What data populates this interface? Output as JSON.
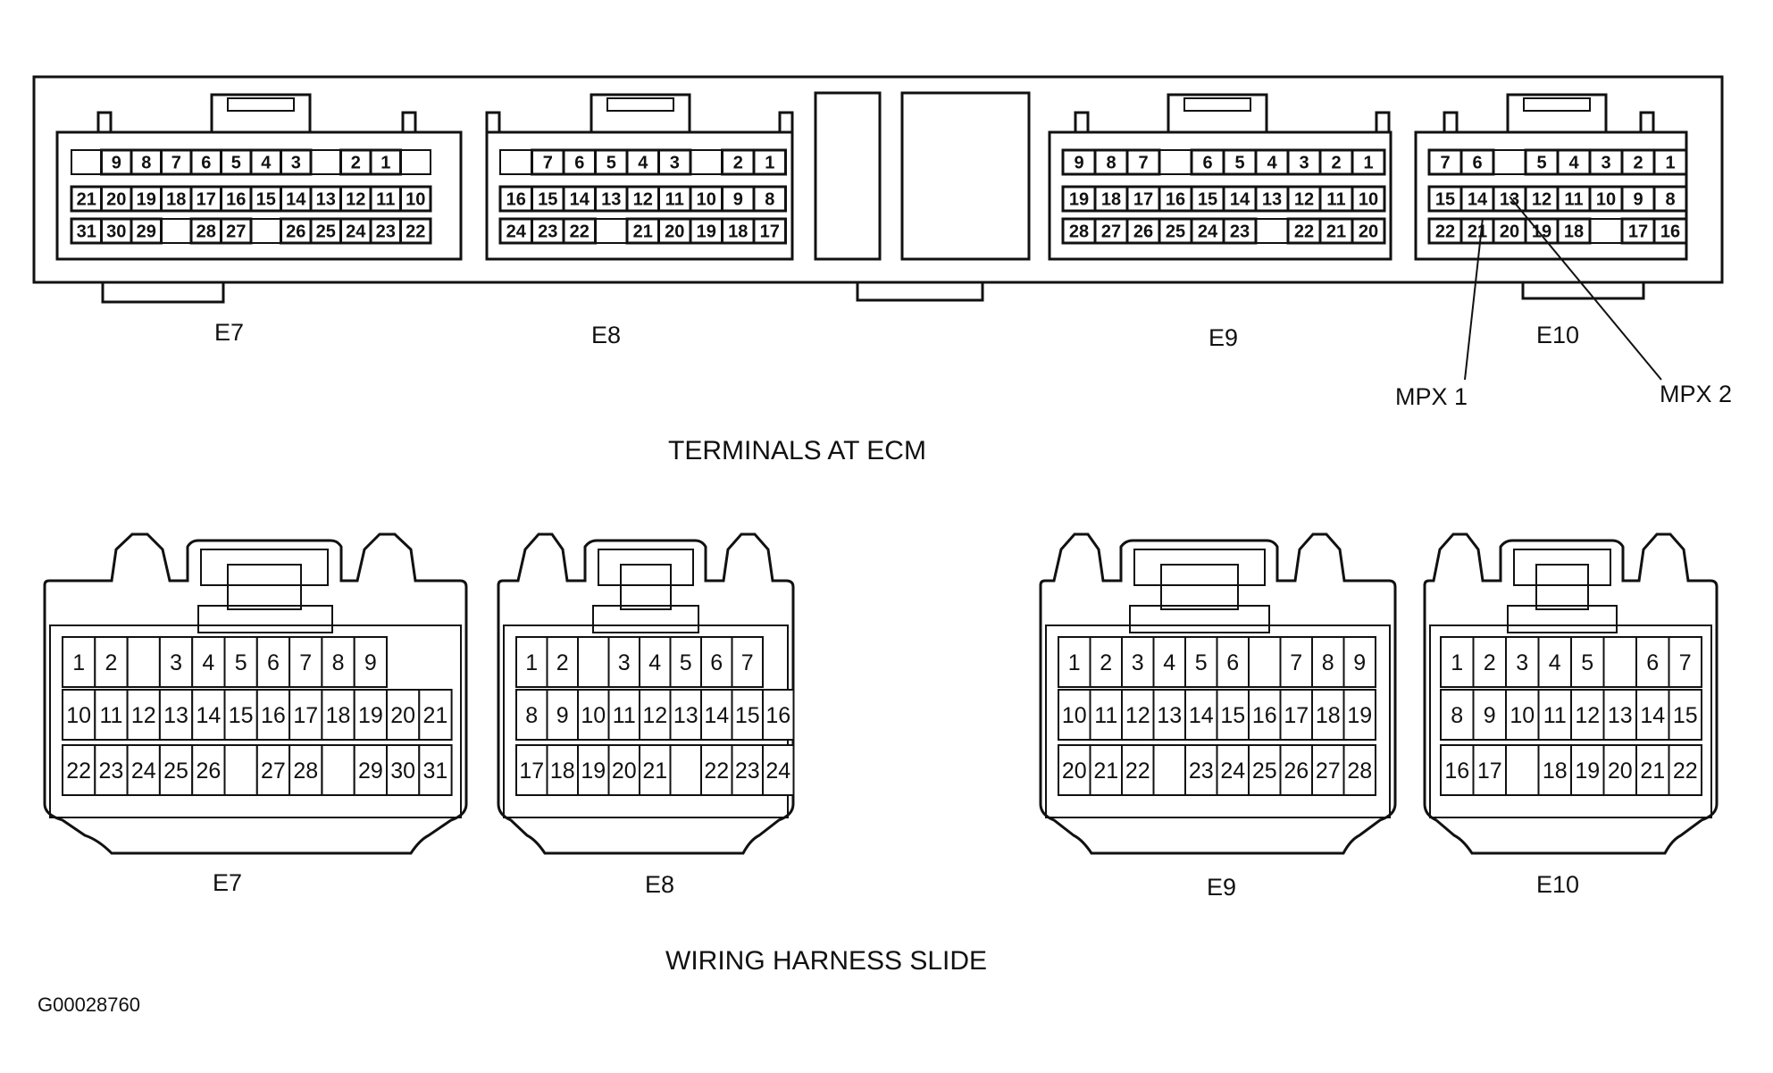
{
  "titles": {
    "ecm": "TERMINALS AT ECM",
    "harness": "WIRING HARNESS SLIDE",
    "figure_id": "G00028760"
  },
  "callouts": {
    "mpx1": "MPX 1",
    "mpx2": "MPX 2"
  },
  "ecm": [
    {
      "label": "E7",
      "rows": [
        [
          "",
          "9",
          "8",
          "7",
          "6",
          "5",
          "4",
          "3",
          "",
          "2",
          "1",
          ""
        ],
        [
          "21",
          "20",
          "19",
          "18",
          "17",
          "16",
          "15",
          "14",
          "13",
          "12",
          "11",
          "10"
        ],
        [
          "31",
          "30",
          "29",
          "",
          "28",
          "27",
          "",
          "26",
          "25",
          "24",
          "23",
          "22"
        ]
      ]
    },
    {
      "label": "E8",
      "rows": [
        [
          "",
          "7",
          "6",
          "5",
          "4",
          "3",
          "",
          "2",
          "1"
        ],
        [
          "16",
          "15",
          "14",
          "13",
          "12",
          "11",
          "10",
          "9",
          "8"
        ],
        [
          "24",
          "23",
          "22",
          "",
          "21",
          "20",
          "19",
          "18",
          "17"
        ]
      ]
    },
    {
      "label": "E9",
      "rows": [
        [
          "9",
          "8",
          "7",
          "",
          "6",
          "5",
          "4",
          "3",
          "2",
          "1"
        ],
        [
          "19",
          "18",
          "17",
          "16",
          "15",
          "14",
          "13",
          "12",
          "11",
          "10"
        ],
        [
          "28",
          "27",
          "26",
          "25",
          "24",
          "23",
          "",
          "22",
          "21",
          "20"
        ]
      ]
    },
    {
      "label": "E10",
      "rows": [
        [
          "7",
          "6",
          "",
          "5",
          "4",
          "3",
          "2",
          "1"
        ],
        [
          "15",
          "14",
          "13",
          "12",
          "11",
          "10",
          "9",
          "8"
        ],
        [
          "22",
          "21",
          "20",
          "19",
          "18",
          "",
          "17",
          "16"
        ]
      ]
    }
  ],
  "harness": [
    {
      "label": "E7",
      "rows": [
        [
          "1",
          "2",
          "",
          "3",
          "4",
          "5",
          "6",
          "7",
          "8",
          "9"
        ],
        [
          "10",
          "11",
          "12",
          "13",
          "14",
          "15",
          "16",
          "17",
          "18",
          "19",
          "20",
          "21"
        ],
        [
          "22",
          "23",
          "24",
          "25",
          "26",
          "",
          "27",
          "28",
          "",
          "29",
          "30",
          "31"
        ]
      ]
    },
    {
      "label": "E8",
      "rows": [
        [
          "1",
          "2",
          "",
          "3",
          "4",
          "5",
          "6",
          "7"
        ],
        [
          "8",
          "9",
          "10",
          "11",
          "12",
          "13",
          "14",
          "15",
          "16"
        ],
        [
          "17",
          "18",
          "19",
          "20",
          "21",
          "",
          "22",
          "23",
          "24"
        ]
      ]
    },
    {
      "label": "E9",
      "rows": [
        [
          "1",
          "2",
          "3",
          "4",
          "5",
          "6",
          "",
          "7",
          "8",
          "9"
        ],
        [
          "10",
          "11",
          "12",
          "13",
          "14",
          "15",
          "16",
          "17",
          "18",
          "19"
        ],
        [
          "20",
          "21",
          "22",
          "",
          "23",
          "24",
          "25",
          "26",
          "27",
          "28"
        ]
      ]
    },
    {
      "label": "E10",
      "rows": [
        [
          "1",
          "2",
          "3",
          "4",
          "5",
          "",
          "6",
          "7"
        ],
        [
          "8",
          "9",
          "10",
          "11",
          "12",
          "13",
          "14",
          "15"
        ],
        [
          "16",
          "17",
          "",
          "18",
          "19",
          "20",
          "21",
          "22"
        ]
      ]
    }
  ]
}
